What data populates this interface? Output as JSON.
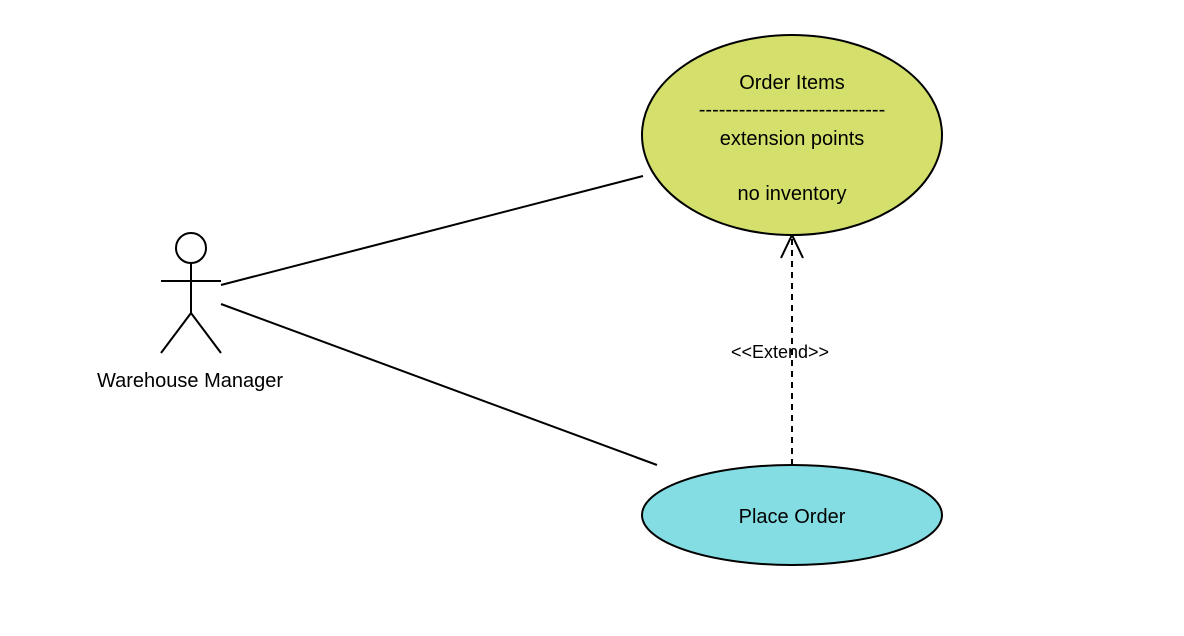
{
  "actor": {
    "name": "Warehouse Manager"
  },
  "use_cases": {
    "order_items": {
      "title": "Order Items",
      "separator": "----------------------------",
      "extension_heading": "extension points",
      "extension_point": "no inventory",
      "fill_color": "#d4e06b"
    },
    "place_order": {
      "title": "Place Order",
      "fill_color": "#84dde3"
    }
  },
  "relationships": {
    "extend_label": "<<Extend>>"
  }
}
